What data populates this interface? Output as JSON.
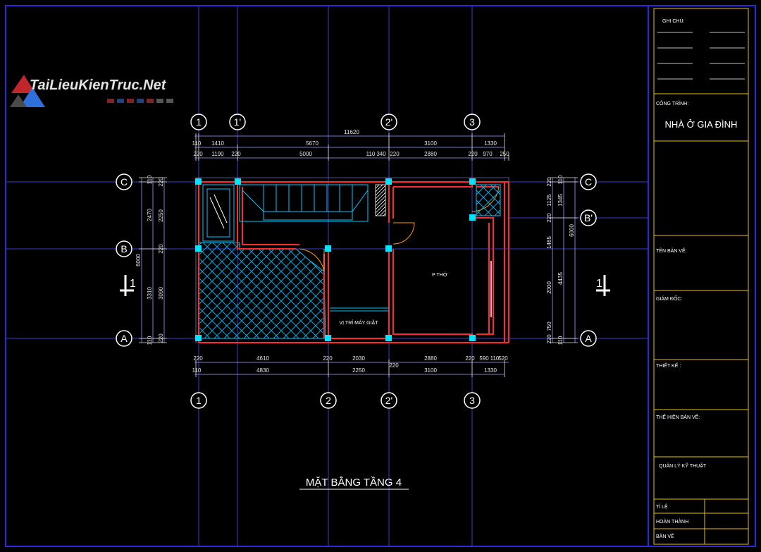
{
  "logo": {
    "text": "TaiLieuKienTruc.Net"
  },
  "drawing": {
    "title": "MẶT BẰNG TẦNG 4",
    "rooms": {
      "worship": "P THỜ",
      "laundry": "VỊ TRÍ MÁY GIẶT"
    },
    "grid_top": [
      "1",
      "1'",
      "2'",
      "3"
    ],
    "grid_bottom": [
      "1",
      "2",
      "2'",
      "3"
    ],
    "grid_left": [
      "C",
      "B",
      "A"
    ],
    "grid_right": [
      "C",
      "B'",
      "A"
    ],
    "section_mark": "1",
    "dims_top_total": "11620",
    "dims_top_row2": [
      "110",
      "1410",
      "5670",
      "3100",
      "1330"
    ],
    "dims_top_row3": [
      "220",
      "1190",
      "220",
      "5000",
      "110",
      "340",
      "220",
      "2880",
      "220",
      "970",
      "250"
    ],
    "dims_bot_row1": [
      "220",
      "4610",
      "220",
      "2030",
      "2880",
      "220",
      "590",
      "110",
      "520"
    ],
    "dims_bot_row1b": "220",
    "dims_bot_row2": [
      "110",
      "4830",
      "2250",
      "3100",
      "1330"
    ],
    "dims_left_outer": "6000",
    "dims_left_row2": [
      "110",
      "2470",
      "3310",
      "110"
    ],
    "dims_left_row3": [
      "220",
      "2250",
      "220",
      "3090",
      "220"
    ],
    "dims_right_row1": [
      "220",
      "1125",
      "220",
      "1465",
      "2000",
      "750",
      "220"
    ],
    "dims_right_row2": [
      "110",
      "1345",
      "4435",
      "110"
    ],
    "dims_right_outer": "6000"
  },
  "title_block": {
    "notes_label": "GHI CHÚ:",
    "project_label": "CÔNG TRÌNH:",
    "project_name": "NHÀ Ở GIA ĐÌNH",
    "drawing_name_label": "TÊN BẢN VẼ:",
    "director_label": "GIÁM ĐỐC:",
    "design_label": "THIẾT KẾ :",
    "drafter_label": "THỂ HIỆN BẢN VẼ:",
    "tech_label": "QUẢN LÝ KỸ THUẬT",
    "scale_label": "TỈ LỆ",
    "completed_label": "HOÀN THÀNH",
    "sheet_label": "BẢN VẼ"
  },
  "colors": {
    "background": "#000000",
    "border": "#2a2ad8",
    "grid_line": "#3c3cd0",
    "wall": "#ff2a2a",
    "cyan": "#00e5ff",
    "title_frame": "#e6c200",
    "column": "#00e5ff"
  }
}
